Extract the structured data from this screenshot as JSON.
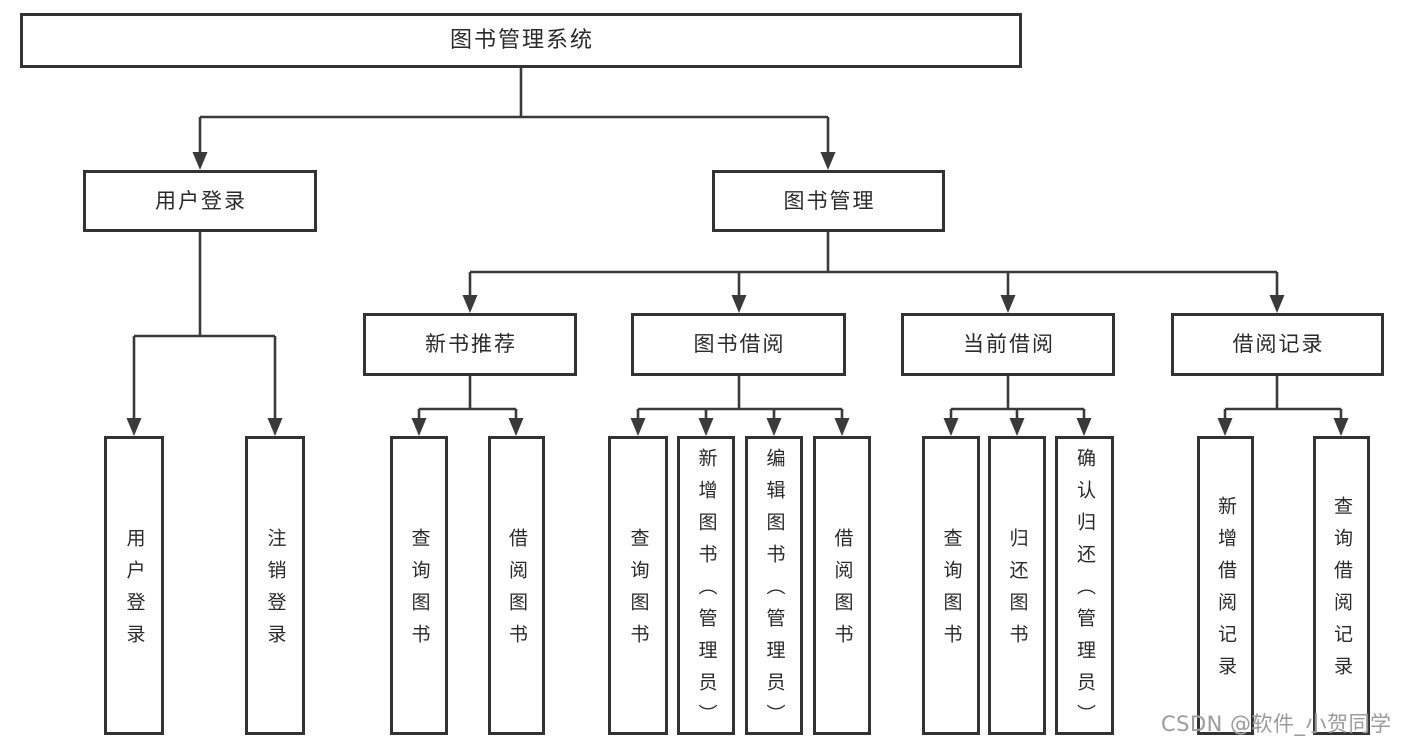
{
  "colors": {
    "line": "#3a3a3a",
    "box_border": "#333333",
    "box_fill": "#ffffff",
    "text": "#2a2a2a",
    "watermark": "#9b9b9b"
  },
  "nodes": {
    "root": "图书管理系统",
    "level2": [
      "用户登录",
      "图书管理"
    ],
    "level3": [
      "新书推荐",
      "图书借阅",
      "当前借阅",
      "借阅记录"
    ],
    "leaves": [
      "用户登录",
      "注销登录",
      "查询图书",
      "借阅图书",
      "查询图书",
      "新增图书（管理员）",
      "编辑图书（管理员）",
      "借阅图书",
      "查询图书",
      "归还图书",
      "确认归还（管理员）",
      "新增借阅记录",
      "查询借阅记录"
    ]
  },
  "watermark": "CSDN @软件_小贺同学"
}
